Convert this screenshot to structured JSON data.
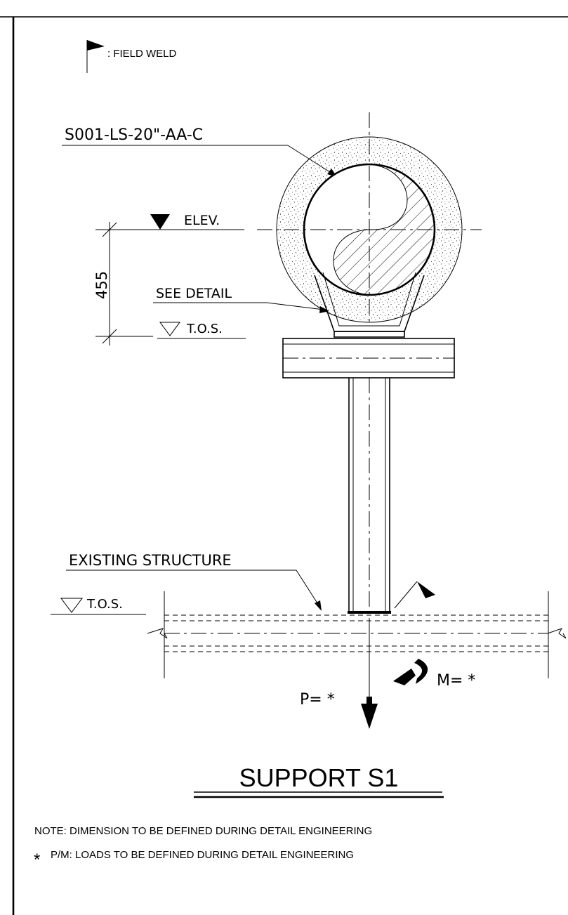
{
  "legend": {
    "field_weld_label": ": FIELD WELD",
    "icon": "field-weld-flag-icon"
  },
  "labels": {
    "line_number": "S001-LS-20\"-AA-C",
    "elevation": "ELEV.",
    "dimension": "455",
    "see_detail": "SEE DETAIL",
    "tos_upper": "T.O.S.",
    "existing_structure": "EXISTING STRUCTURE",
    "tos_lower": "T.O.S.",
    "moment": "M= *",
    "load": "P= *"
  },
  "title": "SUPPORT S1",
  "notes": {
    "note_1": "NOTE: DIMENSION TO BE DEFINED DURING DETAIL ENGINEERING",
    "note_2_mark": "*",
    "note_2": "P/M: LOADS TO BE DEFINED DURING DETAIL ENGINEERING"
  }
}
